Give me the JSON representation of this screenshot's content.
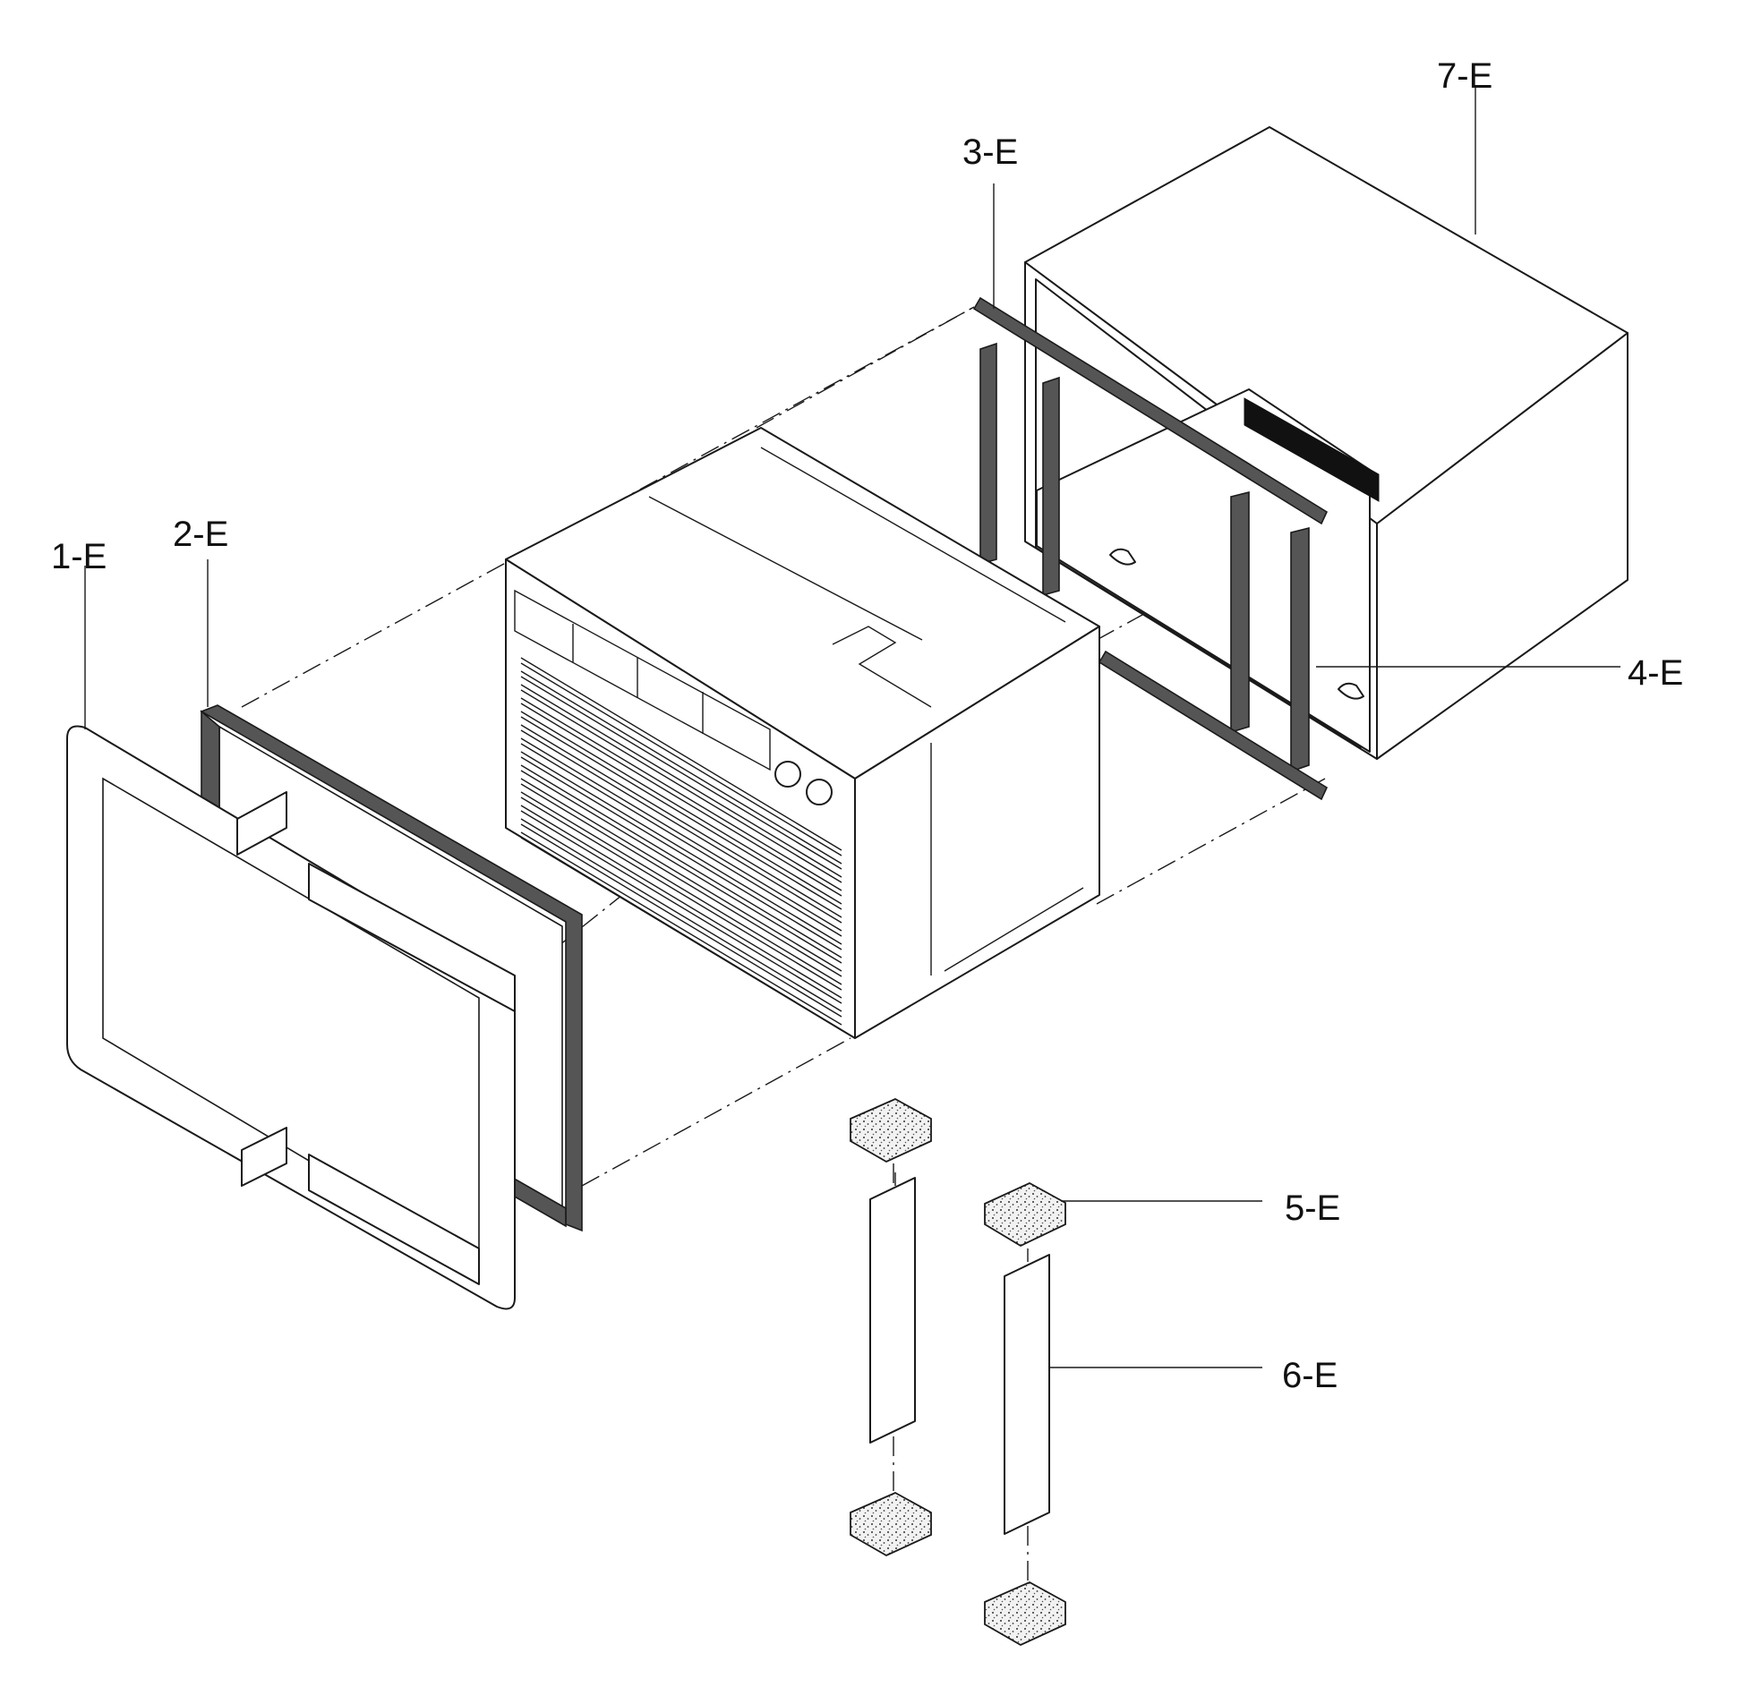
{
  "parts": [
    {
      "label": "1-E",
      "name": "front-frame"
    },
    {
      "label": "2-E",
      "name": "frame-gasket"
    },
    {
      "label": "3-E",
      "name": "top-seal"
    },
    {
      "label": "4-E",
      "name": "side-seal"
    },
    {
      "label": "5-E",
      "name": "foam-block"
    },
    {
      "label": "6-E",
      "name": "side-panel"
    },
    {
      "label": "7-E",
      "name": "sleeve"
    }
  ]
}
